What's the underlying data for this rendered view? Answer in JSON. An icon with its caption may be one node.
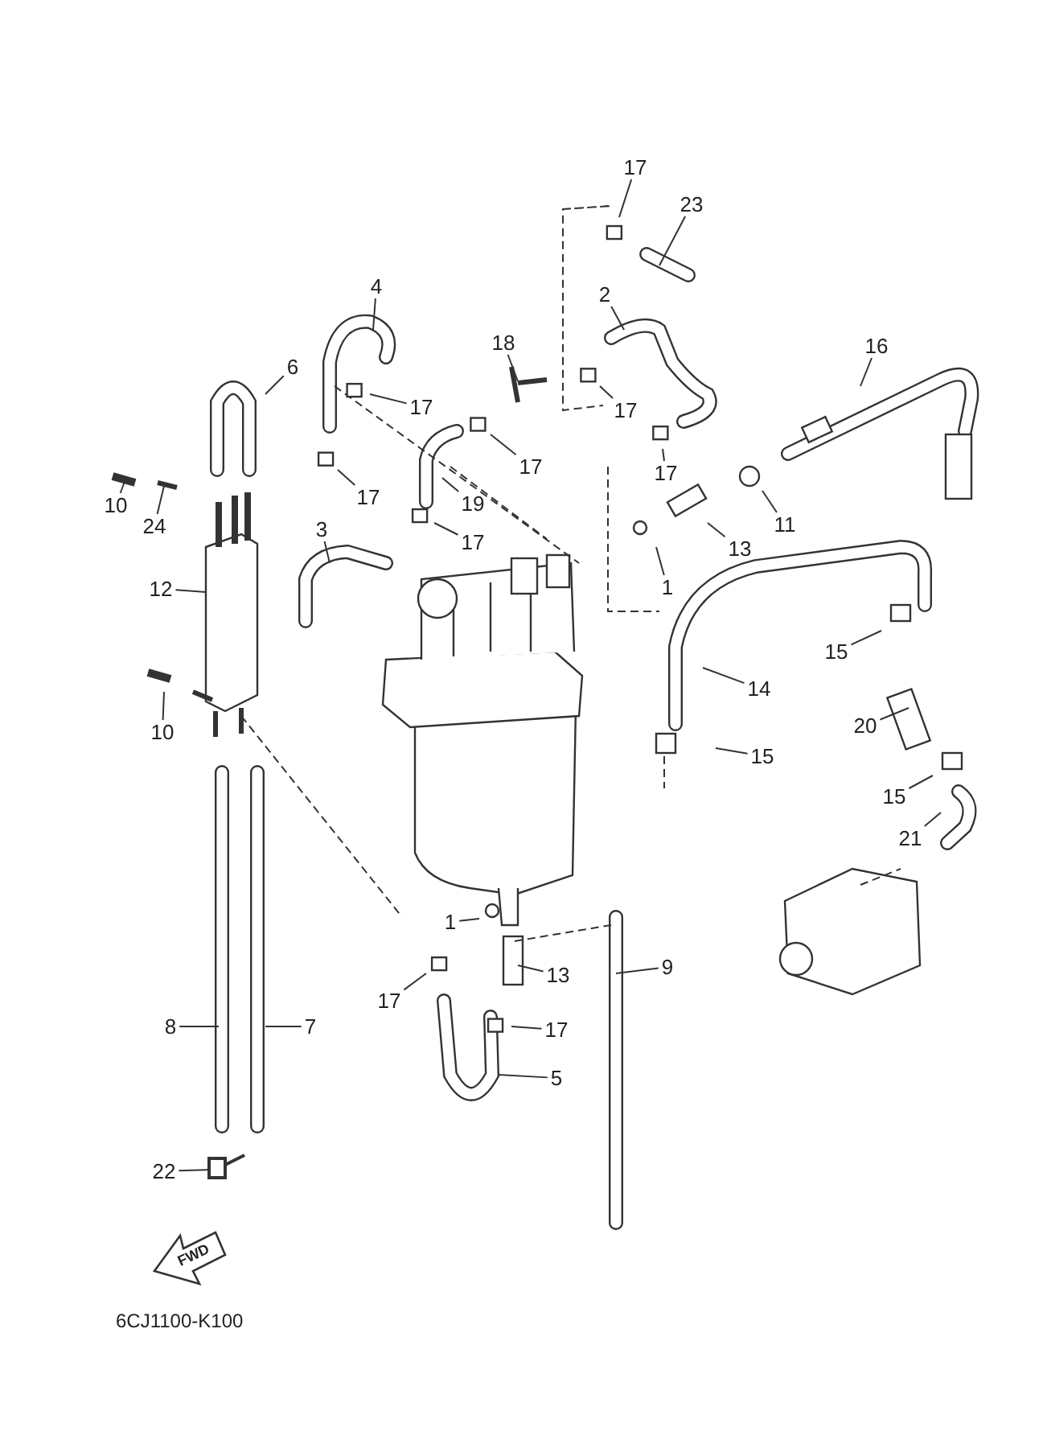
{
  "diagram": {
    "nodes": [
      {
        "text": [
          "17"
        ]
      },
      {
        "text": [
          "23"
        ]
      },
      {
        "text": [
          "4"
        ]
      },
      {
        "text": [
          "2"
        ]
      },
      {
        "text": [
          "6"
        ]
      },
      {
        "text": [
          "18"
        ]
      },
      {
        "text": [
          "16"
        ]
      },
      {
        "text": [
          "17"
        ]
      },
      {
        "text": [
          "17"
        ]
      },
      {
        "text": [
          "17"
        ]
      },
      {
        "text": [
          "17"
        ]
      },
      {
        "text": [
          "10"
        ]
      },
      {
        "text": [
          "24"
        ]
      },
      {
        "text": [
          "17"
        ]
      },
      {
        "text": [
          "19"
        ]
      },
      {
        "text": [
          "11"
        ]
      },
      {
        "text": [
          "17"
        ]
      },
      {
        "text": [
          "13"
        ]
      },
      {
        "text": [
          "3"
        ]
      },
      {
        "text": [
          "1"
        ]
      },
      {
        "text": [
          "12"
        ]
      },
      {
        "text": [
          "15"
        ]
      },
      {
        "text": [
          "14"
        ]
      },
      {
        "text": [
          "10"
        ]
      },
      {
        "text": [
          "20"
        ]
      },
      {
        "text": [
          "15"
        ]
      },
      {
        "text": [
          "15"
        ]
      },
      {
        "text": [
          "21"
        ]
      },
      {
        "text": [
          "1"
        ]
      },
      {
        "text": [
          "13"
        ]
      },
      {
        "text": [
          "9"
        ]
      },
      {
        "text": [
          "17"
        ]
      },
      {
        "text": [
          "17"
        ]
      },
      {
        "text": [
          "8"
        ]
      },
      {
        "text": [
          "7"
        ]
      },
      {
        "text": [
          "5"
        ]
      },
      {
        "text": [
          "22"
        ]
      }
    ],
    "edges": [
      {
        "from": 0,
        "to": null,
        "arrow": "none"
      },
      {
        "from": 1,
        "to": null,
        "arrow": "none"
      },
      {
        "from": 2,
        "to": null,
        "arrow": "none"
      },
      {
        "from": 3,
        "to": null,
        "arrow": "none"
      },
      {
        "from": 4,
        "to": null,
        "arrow": "none"
      },
      {
        "from": 5,
        "to": null,
        "arrow": "none"
      },
      {
        "from": 6,
        "to": null,
        "arrow": "none"
      },
      {
        "from": 7,
        "to": null,
        "arrow": "none"
      },
      {
        "from": 8,
        "to": null,
        "arrow": "none"
      },
      {
        "from": 9,
        "to": null,
        "arrow": "none"
      },
      {
        "from": 10,
        "to": null,
        "arrow": "none"
      },
      {
        "from": 11,
        "to": null,
        "arrow": "none"
      },
      {
        "from": 12,
        "to": null,
        "arrow": "none"
      },
      {
        "from": 13,
        "to": null,
        "arrow": "none"
      },
      {
        "from": 14,
        "to": null,
        "arrow": "none"
      },
      {
        "from": 15,
        "to": null,
        "arrow": "none"
      },
      {
        "from": 16,
        "to": null,
        "arrow": "none"
      },
      {
        "from": 17,
        "to": null,
        "arrow": "none"
      },
      {
        "from": 18,
        "to": null,
        "arrow": "none"
      },
      {
        "from": 19,
        "to": null,
        "arrow": "none"
      },
      {
        "from": 20,
        "to": null,
        "arrow": "none"
      },
      {
        "from": 21,
        "to": null,
        "arrow": "none"
      },
      {
        "from": 22,
        "to": null,
        "arrow": "none"
      },
      {
        "from": 23,
        "to": null,
        "arrow": "none"
      },
      {
        "from": 24,
        "to": null,
        "arrow": "none"
      },
      {
        "from": 25,
        "to": null,
        "arrow": "none"
      },
      {
        "from": 26,
        "to": null,
        "arrow": "none"
      },
      {
        "from": 27,
        "to": null,
        "arrow": "none"
      },
      {
        "from": 28,
        "to": null,
        "arrow": "none"
      },
      {
        "from": 29,
        "to": null,
        "arrow": "none"
      },
      {
        "from": 30,
        "to": null,
        "arrow": "none"
      },
      {
        "from": 31,
        "to": null,
        "arrow": "none"
      },
      {
        "from": 32,
        "to": null,
        "arrow": "none"
      },
      {
        "from": 33,
        "to": null,
        "arrow": "none"
      },
      {
        "from": 34,
        "to": null,
        "arrow": "none"
      },
      {
        "from": 35,
        "to": null,
        "arrow": "none"
      },
      {
        "from": 36,
        "to": null,
        "arrow": "none"
      }
    ],
    "labels": [
      "FWD",
      "6CJ1100-K100"
    ]
  }
}
